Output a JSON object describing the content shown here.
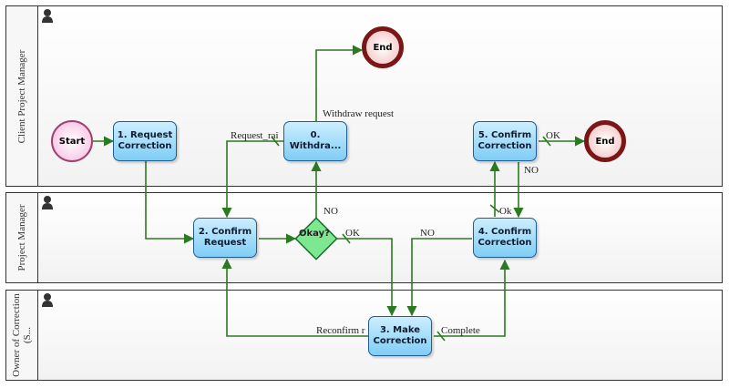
{
  "colors": {
    "flow": "#2a7a1f",
    "task_border": "#1f5d93",
    "end_border": "#7a1616",
    "gateway": "#3cbf5a"
  },
  "lanes": [
    {
      "label": "Client Project Manager",
      "icon": "person-icon"
    },
    {
      "label": "Project Manager",
      "icon": "person-icon"
    },
    {
      "label": "Owner of Correction (S...",
      "icon": "person-icon"
    }
  ],
  "events": {
    "start": "Start",
    "end_top": "End",
    "end_right": "End"
  },
  "tasks": {
    "t1": "1. Request\nCorrection",
    "t0": "0.\nWithdra...",
    "t5": "5. Confirm\nCorrection",
    "t2": "2. Confirm\nRequest",
    "t4": "4. Confirm\nCorrection",
    "t3": "3. Make\nCorrection"
  },
  "gateway": {
    "label": "Okay?"
  },
  "flow_labels": {
    "withdraw_request": "Withdraw request",
    "request_rai": "Request_rai",
    "no_gateway": "NO",
    "ok_gateway": "OK",
    "ok_confirm": "OK",
    "no_confirm5": "NO",
    "ok_small": "Ok",
    "no_confirm4": "NO",
    "reconfirm": "Reconfirm r",
    "complete": "Complete"
  }
}
